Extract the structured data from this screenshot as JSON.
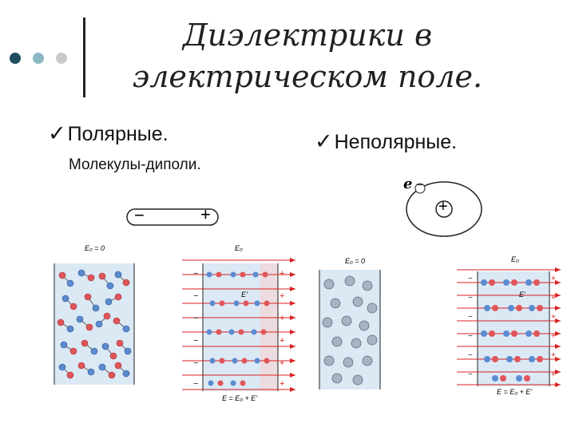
{
  "slide": {
    "title_line1": "Диэлектрики в",
    "title_line2": "электрическом поле.",
    "polar": {
      "check": "✓",
      "heading": "Полярные.",
      "subheading": "Молекулы-диполи."
    },
    "nonpolar": {
      "check": "✓",
      "heading": "Неполярные."
    },
    "dipole": {
      "minus": "−",
      "plus": "+"
    },
    "atom": {
      "electron": "e",
      "electron_sign": "−",
      "nucleus_sign": "+"
    },
    "figures": {
      "fig1_label": "E₀ = 0",
      "fig2_label_top": "E₀",
      "fig2_label_inner_field": "E'",
      "fig2_label_bottom": "E = E₀ + E'",
      "fig3_label": "E₀ = 0",
      "fig4_label_top": "E₀",
      "fig4_label_inner_field": "E'",
      "fig4_label_bottom": "E = E₀ + E'"
    },
    "colors": {
      "accent_dark": "#1f4e5e",
      "accent_mid": "#8cb8c4",
      "accent_light": "#c9c9c9",
      "panel_blue": "#dbe9f5",
      "arrow_red": "#d92020",
      "positive": "#e0555a",
      "negative": "#5b8bd0"
    }
  }
}
